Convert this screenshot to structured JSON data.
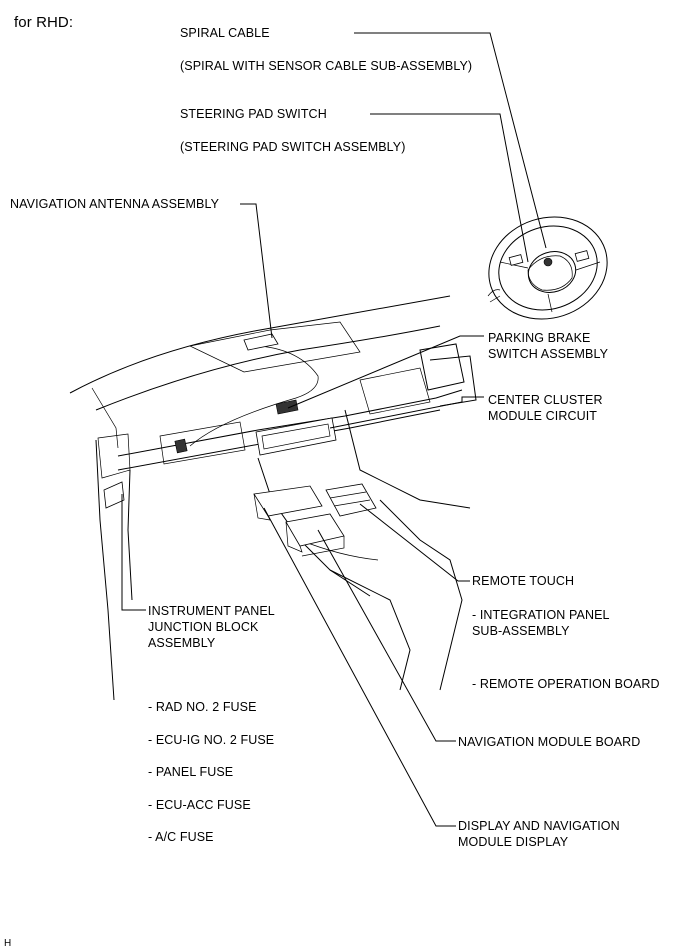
{
  "header": "for RHD:",
  "figure_code": "H",
  "labels": {
    "spiral_cable": "SPIRAL CABLE",
    "spiral_cable_sub": "(SPIRAL WITH SENSOR CABLE SUB-ASSEMBLY)",
    "steering_pad_switch": "STEERING PAD SWITCH",
    "steering_pad_switch_sub": "(STEERING PAD SWITCH ASSEMBLY)",
    "navigation_antenna": "NAVIGATION ANTENNA ASSEMBLY",
    "parking_brake_line1": "PARKING BRAKE",
    "parking_brake_line2": "SWITCH ASSEMBLY",
    "center_cluster_line1": "CENTER CLUSTER",
    "center_cluster_line2": "MODULE CIRCUIT",
    "remote_touch": "REMOTE TOUCH",
    "integration_panel_line1": "- INTEGRATION PANEL",
    "integration_panel_line2": "SUB-ASSEMBLY",
    "remote_operation_board": "- REMOTE OPERATION BOARD",
    "instrument_panel_line1": "INSTRUMENT PANEL",
    "instrument_panel_line2": "JUNCTION BLOCK",
    "instrument_panel_line3": "ASSEMBLY",
    "navigation_module_board": "NAVIGATION MODULE BOARD",
    "display_nav_line1": "DISPLAY AND NAVIGATION",
    "display_nav_line2": "MODULE DISPLAY"
  },
  "fuses": [
    "- RAD NO. 2 FUSE",
    "- ECU-IG NO. 2 FUSE",
    "- PANEL FUSE",
    "- ECU-ACC FUSE",
    "- A/C FUSE"
  ]
}
